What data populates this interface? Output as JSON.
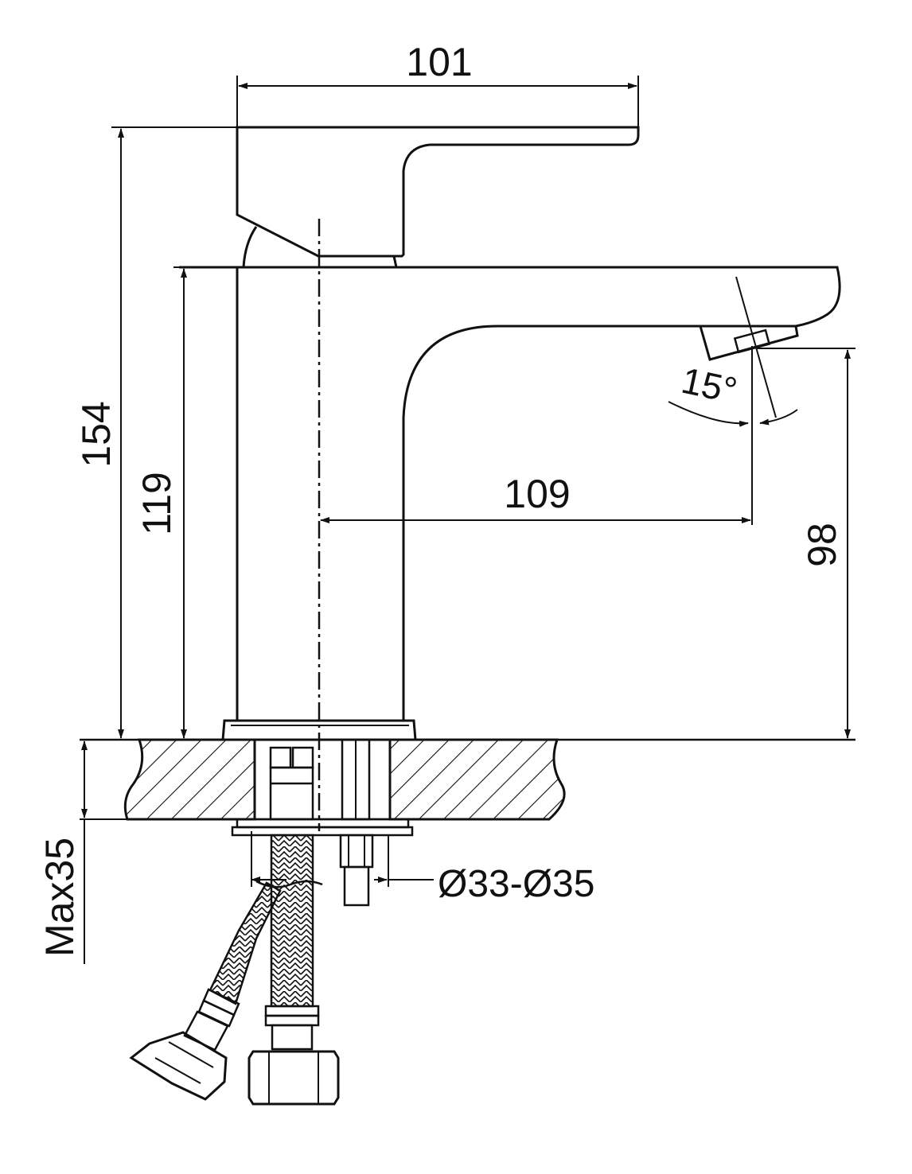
{
  "dimensions": {
    "handle_reach": "101",
    "total_height": "154",
    "body_height": "119",
    "spout_reach": "109",
    "spout_clearance": "98",
    "spout_angle": "15°",
    "max_deck_thickness": "Max35",
    "hole_diameter": "Ø33-Ø35"
  },
  "colors": {
    "line": "#111111",
    "background": "#ffffff"
  }
}
